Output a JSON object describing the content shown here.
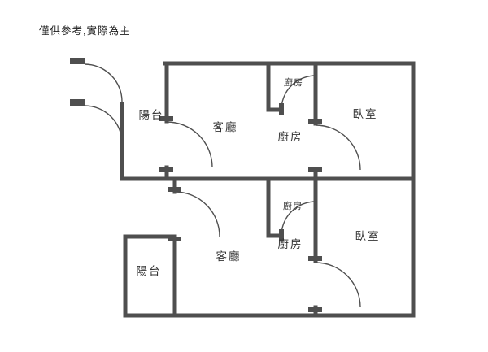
{
  "disclaimer": "僅供參考,實際為主",
  "colors": {
    "wall": "#4f4f4f",
    "text": "#333333",
    "background": "#ffffff"
  },
  "floor_plan": {
    "type": "two-unit residential floor plan",
    "upper_unit": {
      "balcony": "陽台",
      "living_room": "客廳",
      "kitchen_nook": "廚房",
      "kitchen": "廚房",
      "bedroom": "臥室"
    },
    "lower_unit": {
      "balcony": "陽台",
      "living_room": "客廳",
      "kitchen_nook": "廚房",
      "kitchen": "廚房",
      "bedroom": "臥室"
    }
  }
}
